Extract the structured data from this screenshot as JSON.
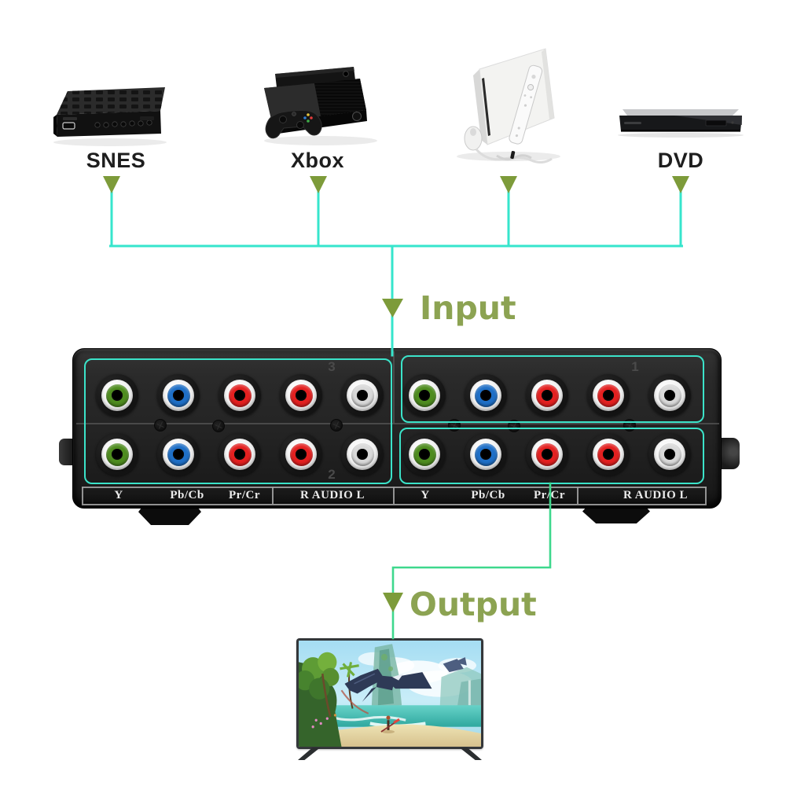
{
  "labels": {
    "snes": "SNES",
    "xbox": "Xbox",
    "dvd": "DVD",
    "input": "Input",
    "output": "Output"
  },
  "switcher": {
    "group_numbers": {
      "top_left": "3",
      "top_right": "1",
      "bottom_left": "2"
    },
    "strip_labels": [
      "Y",
      "Pb/Cb",
      "Pr/Cr",
      "R AUDIO L",
      "Y",
      "Pb/Cb",
      "Pr/Cr",
      "R AUDIO L"
    ],
    "jack_pattern": [
      "green",
      "blue",
      "red",
      "red",
      "white"
    ],
    "jack_colors": {
      "green": "#4e8c1f",
      "blue": "#1f6fc6",
      "red": "#e32020",
      "white": "#d8d8d8"
    }
  },
  "colors": {
    "input_line": "#36e5cc",
    "output_line": "#3ed88d",
    "arrow": "#7d9b3a",
    "flow_text": "#8ca352",
    "group_outline": "#3be3c9",
    "group_number": "#4a4a4a"
  }
}
